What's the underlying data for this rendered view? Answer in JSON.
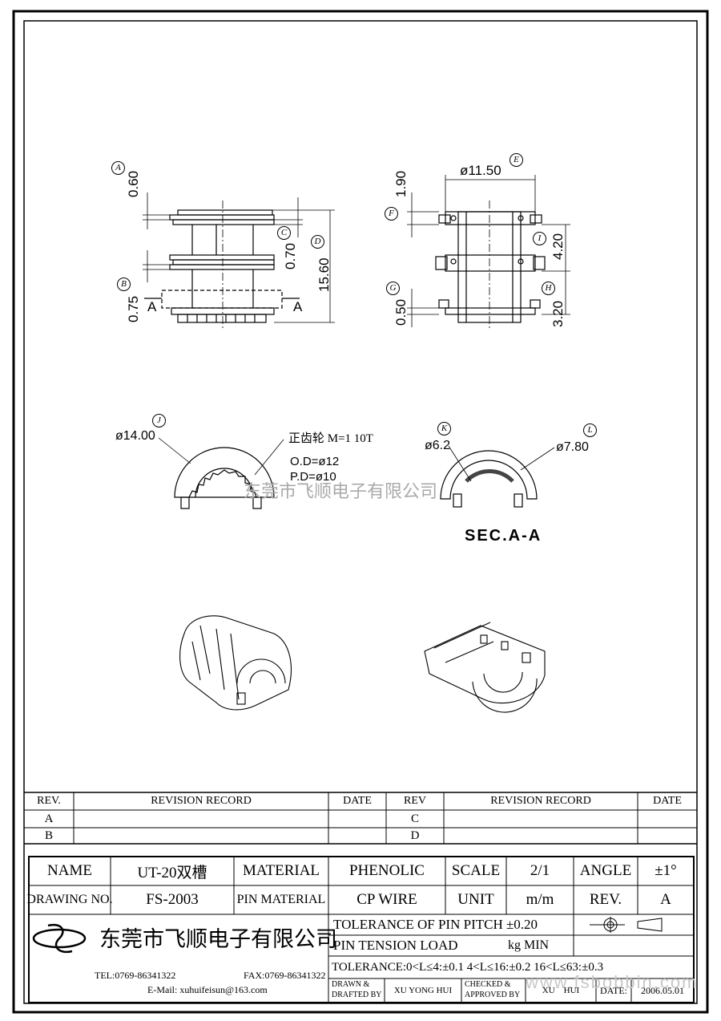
{
  "dimensions": {
    "a": "0.60",
    "b": "0.75",
    "c": "0.70",
    "d": "15.60",
    "e": "ø11.50",
    "f": "1.90",
    "g": "0.50",
    "h": "3.20",
    "i": "4.20",
    "j": "ø14.00",
    "k": "ø6.2",
    "l": "ø7.80"
  },
  "callouts": [
    "A",
    "B",
    "C",
    "D",
    "E",
    "F",
    "G",
    "H",
    "I",
    "J",
    "K",
    "L"
  ],
  "section_marks": {
    "left": "A",
    "right": "A"
  },
  "gear_note": {
    "line1": "正齿轮 M=1 10T",
    "line2": "O.D=ø12",
    "line3": "P.D=ø10"
  },
  "section_title": "SEC.A-A",
  "watermark_company": "东莞市飞顺电子有限公司",
  "watermark_site": "www.fsbobbin.com",
  "revision": {
    "header": {
      "rev": "REV.",
      "record": "REVISION RECORD",
      "date": "DATE",
      "rev2": "REV",
      "record2": "REVISION RECORD",
      "date2": "DATE"
    },
    "rows_left": [
      "A",
      "B"
    ],
    "rows_right": [
      "C",
      "D"
    ]
  },
  "title_block": {
    "name_label": "NAME",
    "name_value": "UT-20双槽",
    "material_label": "MATERIAL",
    "material_value": "PHENOLIC",
    "scale_label": "SCALE",
    "scale_value": "2/1",
    "angle_label": "ANGLE",
    "angle_value": "±1°",
    "drawing_no_label": "DRAWING NO.",
    "drawing_no_value": "FS-2003",
    "pin_material_label": "PIN MATERIAL",
    "pin_material_value": "CP WIRE",
    "unit_label": "UNIT",
    "unit_value": "m/m",
    "rev_label": "REV.",
    "rev_value": "A",
    "company": "东莞市飞顺电子有限公司",
    "tel": "TEL:0769-86341322",
    "fax": "FAX:0769-86341322",
    "email": "E-Mail: xuhuifeisun@163.com",
    "tol_pitch": "TOLERANCE OF PIN PITCH ±0.20",
    "pin_tension_label": "PIN TENSION  LOAD",
    "pin_tension_unit": "kg MIN",
    "tolerance": "TOLERANCE:0<L≤4:±0.1  4<L≤16:±0.2  16<L≤63:±0.3",
    "drawn_label_1": "DRAWN &",
    "drawn_label_2": "DRAFTED BY",
    "drawn_value": "XU YONG HUI",
    "checked_label_1": "CHECKED &",
    "checked_label_2": "APPROVED BY",
    "checked_value": "XU    HUI",
    "date_label": "DATE:",
    "date_value": "2006.05.01"
  }
}
